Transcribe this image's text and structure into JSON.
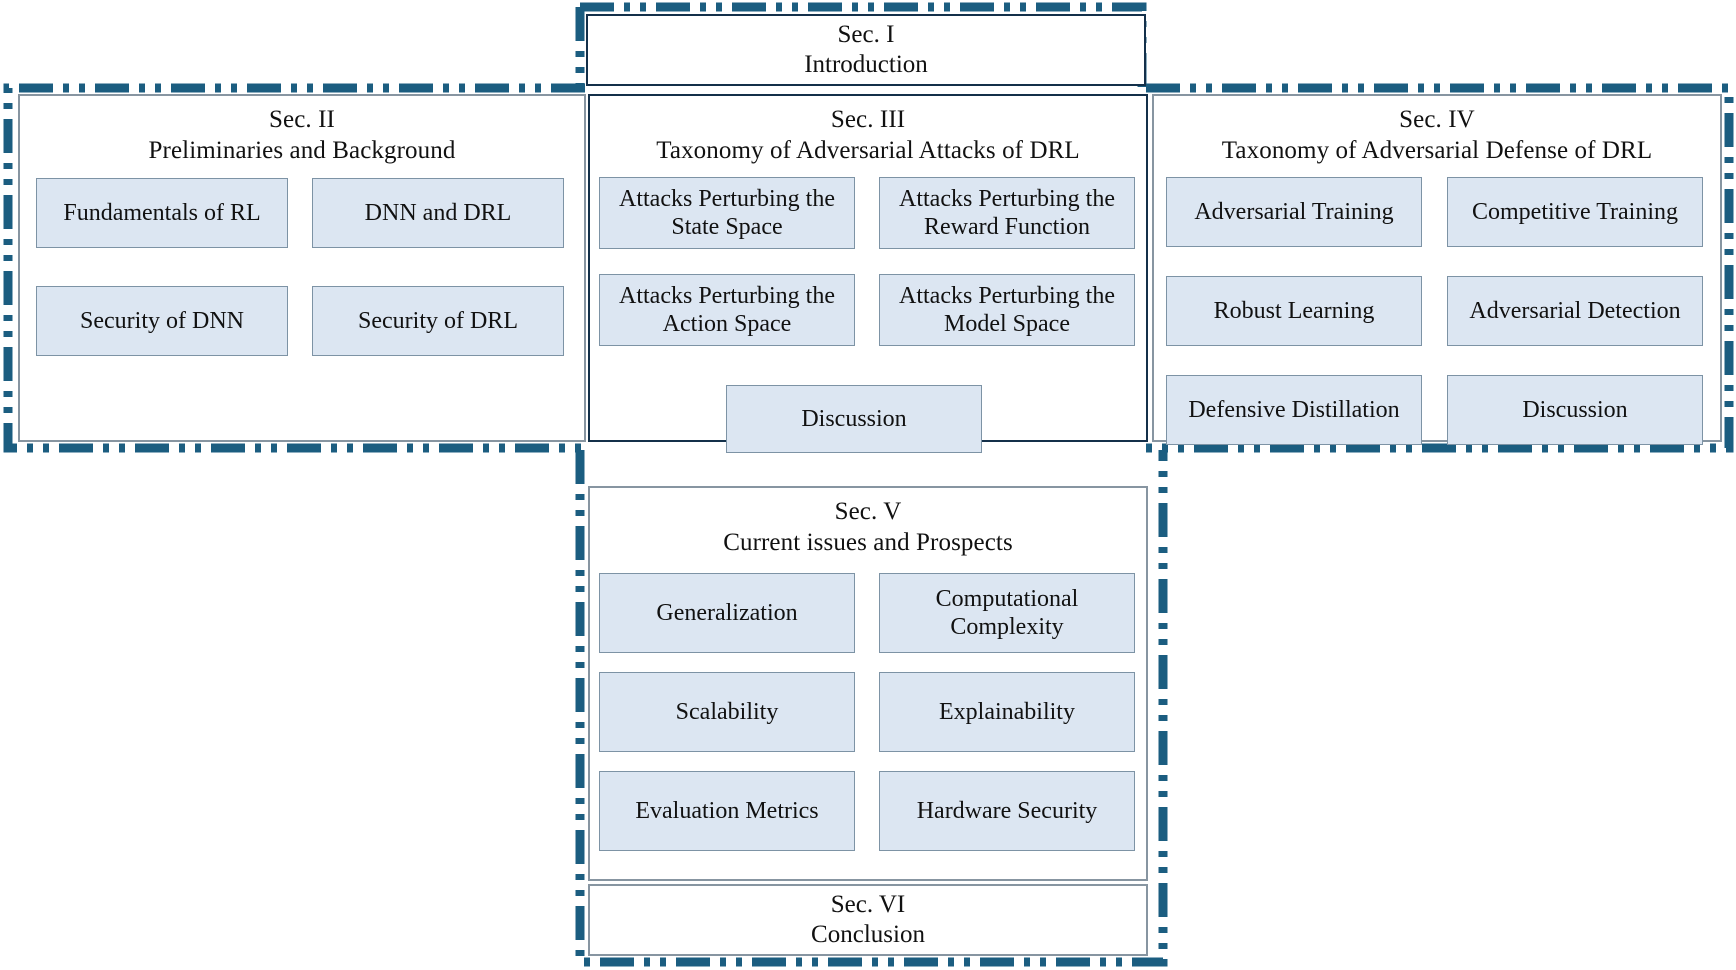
{
  "figure": {
    "kind": "survey-paper-organization-diagram",
    "accent_dashed_color": "#1b5d80",
    "panel_border_gray": "#8795a1",
    "panel_border_navy": "#14304a",
    "item_fill": "#dce6f2",
    "item_border": "#7d93a5"
  },
  "sections": {
    "intro": {
      "number": "Sec. I",
      "title": "Introduction"
    },
    "sec2": {
      "number": "Sec. II",
      "title": "Preliminaries and Background",
      "items": [
        "Fundamentals of RL",
        "DNN and DRL",
        "Security of DNN",
        "Security of DRL"
      ]
    },
    "sec3": {
      "number": "Sec. III",
      "title": "Taxonomy of Adversarial Attacks of DRL",
      "items": [
        "Attacks Perturbing the\nState Space",
        "Attacks Perturbing the\nReward Function",
        "Attacks Perturbing the\nAction Space",
        "Attacks Perturbing the\nModel Space"
      ],
      "discussion": "Discussion"
    },
    "sec4": {
      "number": "Sec. IV",
      "title": "Taxonomy of Adversarial Defense of DRL",
      "items": [
        "Adversarial Training",
        "Competitive Training",
        "Robust Learning",
        "Adversarial Detection",
        "Defensive Distillation",
        "Discussion"
      ]
    },
    "sec5": {
      "number": "Sec. V",
      "title": "Current issues and Prospects",
      "items": [
        "Generalization",
        "Computational\nComplexity",
        "Scalability",
        "Explainability",
        "Evaluation Metrics",
        "Hardware Security"
      ]
    },
    "sec6": {
      "number": "Sec. VI",
      "title": "Conclusion"
    }
  }
}
